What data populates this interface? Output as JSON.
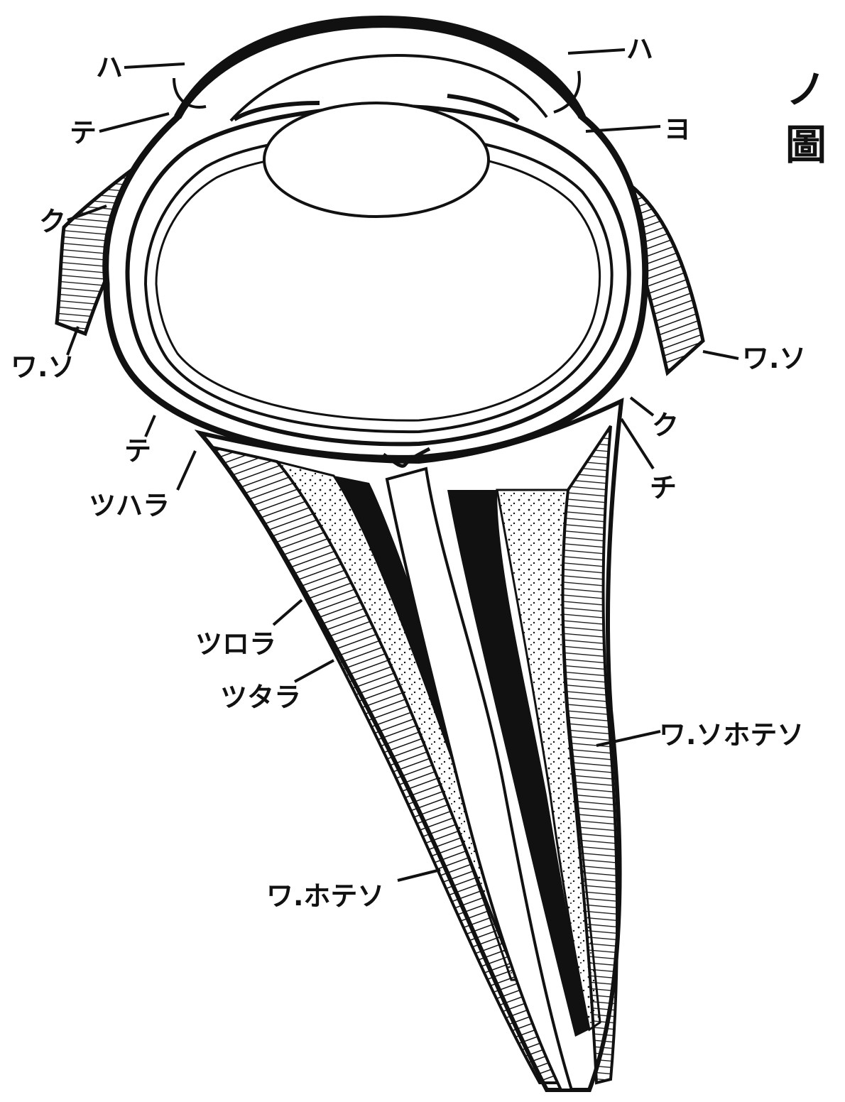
{
  "figure": {
    "title_fragment": "ノ 圖",
    "labels": {
      "ha_left": "ハ",
      "ha_right": "ハ",
      "te_left": "テ",
      "yo": "ヨ",
      "ku_left": "ク",
      "wa_tsu_left": "ワ.ソ",
      "wa_tsu_right": "ワ.ソ",
      "ku_right": "ク",
      "chi": "チ",
      "te_lower": "テ",
      "tsu_ha_ra": "ツハラ",
      "tsu_ro_ra": "ツロラ",
      "tsu_ta_ra": "ツタラ",
      "wa_tsu_ho_te_tsu": "ワ.ソホテソ",
      "wa_ho_te_tsu": "ワ.ホテソ"
    }
  },
  "colors": {
    "ink": "#111111",
    "paper": "#ffffff"
  }
}
